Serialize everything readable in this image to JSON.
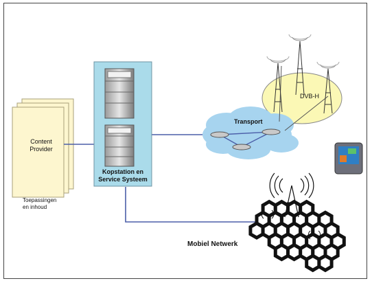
{
  "labels": {
    "content_provider_line1": "Content",
    "content_provider_line2": "Provider",
    "toepassingen_line1": "Toepassingen",
    "toepassingen_line2": "en inhoud",
    "kopstation_line1": "Kopstation en",
    "kopstation_line2": "Service Systeem",
    "transport": "Transport",
    "dvbh": "DVB-H",
    "mobiel": "Mobiel Netwerk"
  },
  "colors": {
    "provider_fill": "#fdf6cf",
    "provider_border": "#a9a07a",
    "kopstation_fill": "#aadbea",
    "cloud_fill": "#a7d4ef",
    "dvbh_fill": "#fbf8b5",
    "link_line": "#4b5ea8"
  },
  "icons": [
    "server-icon",
    "router-icon",
    "antenna-tower-icon",
    "cell-tower-icon",
    "handheld-tv-icon",
    "hexagon-grid"
  ]
}
